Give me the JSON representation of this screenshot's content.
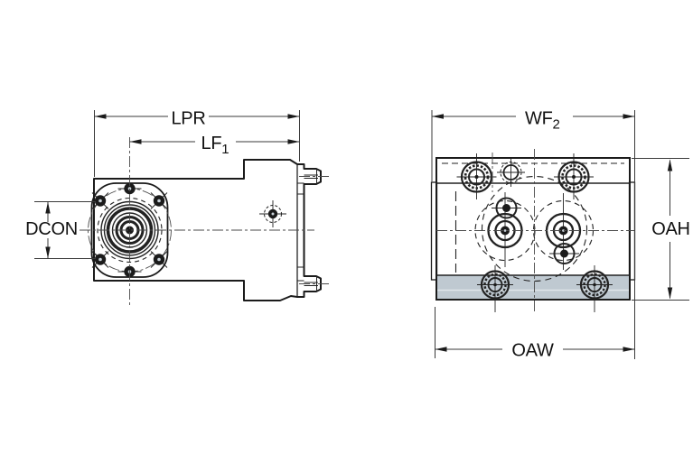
{
  "drawing_type": "engineering-dimension-drawing",
  "labels": {
    "lpr": "LPR",
    "lf": "LF",
    "lf_sub": "1",
    "dcon": "DCON",
    "wf": "WF",
    "wf_sub": "2",
    "oah": "OAH",
    "oaw": "OAW"
  },
  "colors": {
    "background": "#ffffff",
    "body_fill": "#c9d2d9",
    "body_fill_dark": "#bfc9d1",
    "strip_highlight": "#dfe6ea",
    "outline": "#1b1b1b",
    "dimension_line": "#3a3a3a",
    "text": "#111111"
  }
}
